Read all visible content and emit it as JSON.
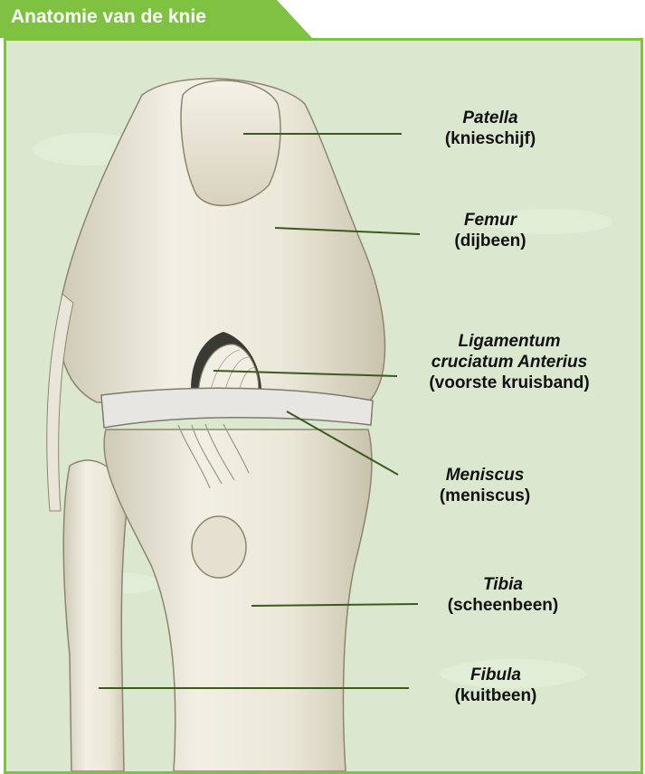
{
  "title": "Anatomie van de knie",
  "colors": {
    "accent": "#7fc241",
    "panel_background": "#dbe8cf",
    "bone": "#eeeadd",
    "leader_line": "#3d5a1e"
  },
  "labels": [
    {
      "id": "patella",
      "latin": "Patella",
      "dutch": "(knieschijf)"
    },
    {
      "id": "femur",
      "latin": "Femur",
      "dutch": "(dijbeen)"
    },
    {
      "id": "acl",
      "latin_line1": "Ligamentum",
      "latin_line2": "cruciatum Anterius",
      "dutch": "(voorste kruisband)"
    },
    {
      "id": "meniscus",
      "latin": "Meniscus",
      "dutch": "(meniscus)"
    },
    {
      "id": "tibia",
      "latin": "Tibia",
      "dutch": "(scheenbeen)"
    },
    {
      "id": "fibula",
      "latin": "Fibula",
      "dutch": "(kuitbeen)"
    }
  ]
}
